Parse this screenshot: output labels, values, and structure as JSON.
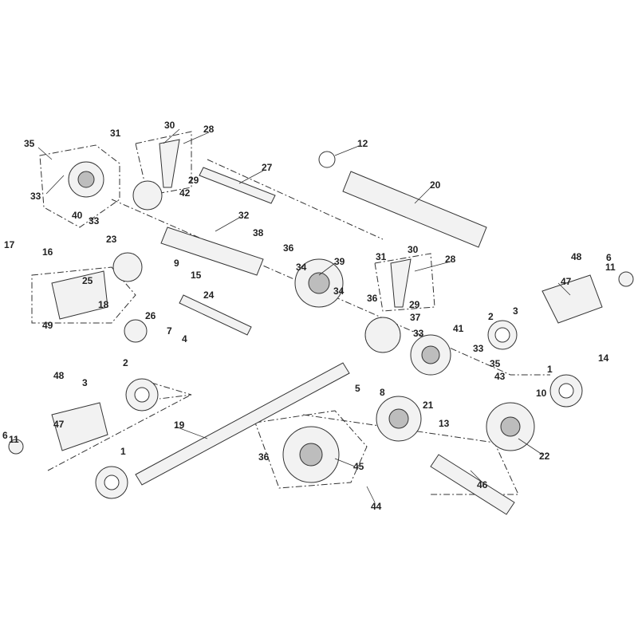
{
  "title": "Transmission exploded parts diagram",
  "callouts": [
    "35",
    "33",
    "40",
    "33",
    "31",
    "30",
    "28",
    "29",
    "42",
    "27",
    "12",
    "20",
    "32",
    "38",
    "36",
    "34",
    "39",
    "30",
    "31",
    "28",
    "48",
    "11",
    "6",
    "47",
    "17",
    "16",
    "23",
    "9",
    "15",
    "25",
    "18",
    "24",
    "26",
    "7",
    "4",
    "49",
    "34",
    "36",
    "29",
    "37",
    "33",
    "41",
    "2",
    "3",
    "33",
    "35",
    "43",
    "14",
    "1",
    "48",
    "3",
    "2",
    "47",
    "11",
    "6",
    "19",
    "5",
    "8",
    "21",
    "13",
    "10",
    "22",
    "36",
    "45",
    "1",
    "46",
    "44"
  ],
  "colors": {
    "line": "#333333",
    "part": "#f2f2f2",
    "shade": "#bdbdbd"
  }
}
